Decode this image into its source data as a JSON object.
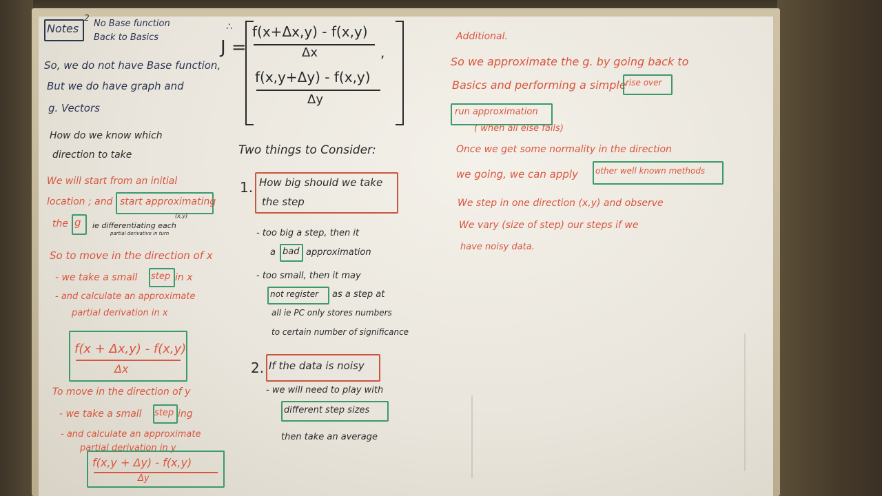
{
  "left_column": {
    "boxed_title": "Notes",
    "superscript": "2",
    "subtitle_line1": "No Base function",
    "subtitle_line2": "Back to Basics",
    "para1_line1": "So, we do not have Base function,",
    "para1_line2": "But we do have graph and",
    "para1_line3": "g. Vectors",
    "question_line1": "How do we know which",
    "question_line2": "direction to take",
    "red1_line1": "We will start from an initial",
    "red1_line2": "location ; and",
    "red1_box": "start approximating",
    "red1_line3_pre": "the",
    "red1_box2": "g",
    "red1_note": "ie differentiating each",
    "red1_note2": "partial derivative in turn",
    "red1_note_xy": "(x,y)",
    "move_x": "So to move in the direction of x",
    "step_x_pre": "- we take a small",
    "step_x_box": "step",
    "step_x_post": "in x",
    "calc_x_line1": "- and calculate an approximate",
    "calc_x_line2": "partial derivation in x",
    "formula_x_num": "f(x + Δx,y) - f(x,y)",
    "formula_x_den": "Δx",
    "move_y": "To move in the direction of y",
    "step_y_pre": "- we take a small",
    "step_y_box": "step",
    "step_y_post": "ing",
    "calc_y_line1": "- and calculate an approximate",
    "calc_y_line2": "partial derivation in y",
    "formula_y_num": "f(x,y + Δy) - f(x,y)",
    "formula_y_den": "Δy"
  },
  "middle_column": {
    "j_label": "J =",
    "j_dots": "∴",
    "row1_num": "f(x+Δx,y) - f(x,y)",
    "row1_den": "Δx",
    "row2_num": "f(x,y+Δy) - f(x,y)",
    "row2_den": "Δy",
    "comma": ",",
    "heading": "Two things to Consider:",
    "item1_num": "1.",
    "item1_line1": "How big should we take",
    "item1_line2": "the step",
    "b1_pre": "- too big a step, then it",
    "b1_line2_pre": "a",
    "b1_box": "bad",
    "b1_line2_post": "approximation",
    "b2_line1": "- too small, then it may",
    "b2_box": "not register",
    "b2_line2_post": "as a step at",
    "b2_line3": "all ie PC only stores numbers",
    "b2_line4": "to certain number of significance",
    "item2_num": "2.",
    "item2_text": "If the data is noisy",
    "b3_line1": "- we will need to play with",
    "b3_box": "different step sizes",
    "b3_line3": "then take an average"
  },
  "right_column": {
    "heading": "Additional.",
    "line1": "So we approximate the g. by going back to",
    "line2_pre": "Basics and performing a simple",
    "line2_box": "rise over",
    "line3_box": "run approximation",
    "line4": "( when all else fails)",
    "line5": "Once we get some normality in the direction",
    "line6_pre": "we going, we can apply",
    "line6_box": "other well known methods",
    "line7": "We step in one direction (x,y) and observe",
    "line8": "We vary (size of step) our steps if we",
    "line9": "have noisy data."
  },
  "colors": {
    "board": "#ece8e0",
    "ink_blue": "#2b3550",
    "ink_black": "#2a2a2a",
    "ink_red": "#d9553e",
    "box_green": "#3a9a6a",
    "frame": "#c7b998"
  }
}
